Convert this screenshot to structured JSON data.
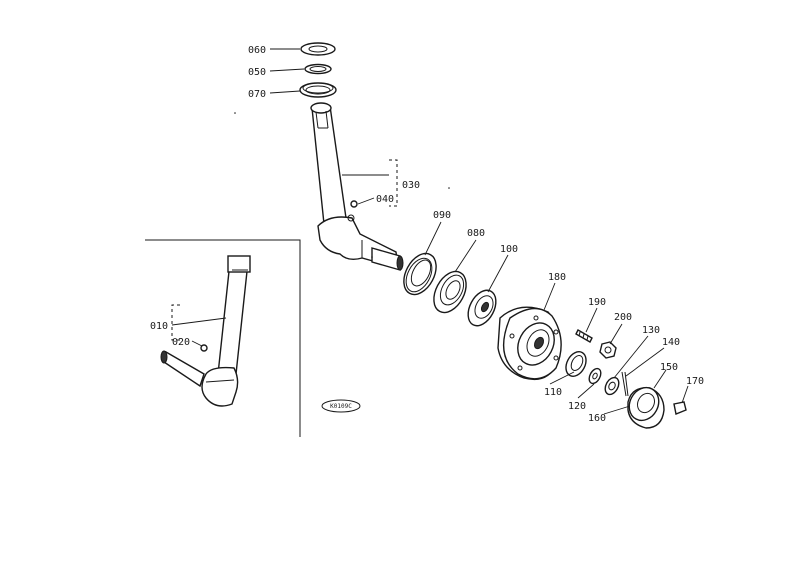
{
  "parts": [
    {
      "id": "p060",
      "label": "060"
    },
    {
      "id": "p050",
      "label": "050"
    },
    {
      "id": "p070",
      "label": "070"
    },
    {
      "id": "p030",
      "label": "030"
    },
    {
      "id": "p040",
      "label": "040"
    },
    {
      "id": "p090",
      "label": "090"
    },
    {
      "id": "p080",
      "label": "080"
    },
    {
      "id": "p100",
      "label": "100"
    },
    {
      "id": "p180",
      "label": "180"
    },
    {
      "id": "p190",
      "label": "190"
    },
    {
      "id": "p200",
      "label": "200"
    },
    {
      "id": "p130",
      "label": "130"
    },
    {
      "id": "p140",
      "label": "140"
    },
    {
      "id": "p150",
      "label": "150"
    },
    {
      "id": "p170",
      "label": "170"
    },
    {
      "id": "p110",
      "label": "110"
    },
    {
      "id": "p120",
      "label": "120"
    },
    {
      "id": "p160",
      "label": "160"
    },
    {
      "id": "p010",
      "label": "010"
    },
    {
      "id": "p020",
      "label": "020"
    }
  ],
  "diagram_code": "K0109C"
}
